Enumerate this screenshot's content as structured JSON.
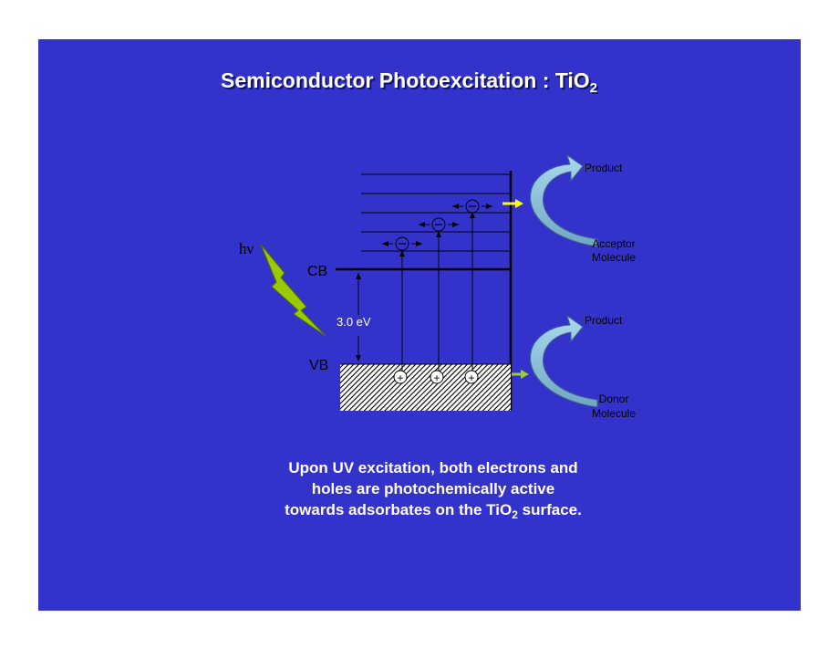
{
  "slide": {
    "title_main": "Semiconductor Photoexcitation : TiO",
    "title_sub": "2"
  },
  "diagram": {
    "light_label": "hν",
    "cb_label": "CB",
    "vb_label": "VB",
    "gap_label": "3.0 eV",
    "electron_symbol": "⊖",
    "hole_symbol": "+",
    "acceptor": {
      "product_label": "Product",
      "molecule_line1": "Acceptor",
      "molecule_line2": "Molecule"
    },
    "donor": {
      "product_label": "Product",
      "molecule_line1": "Donor",
      "molecule_line2": "Molecule"
    },
    "colors": {
      "background": "#3333cc",
      "lightning": "#99cc00",
      "acceptor_arrow": "#ffff00",
      "donor_arrow": "#99cc33",
      "curved_arrow": "#99ccdd"
    }
  },
  "caption": {
    "line1": "Upon UV excitation, both electrons and",
    "line2": "holes are photochemically active",
    "line3_pre": "towards adsorbates on the TiO",
    "line3_sub": "2",
    "line3_post": " surface."
  }
}
